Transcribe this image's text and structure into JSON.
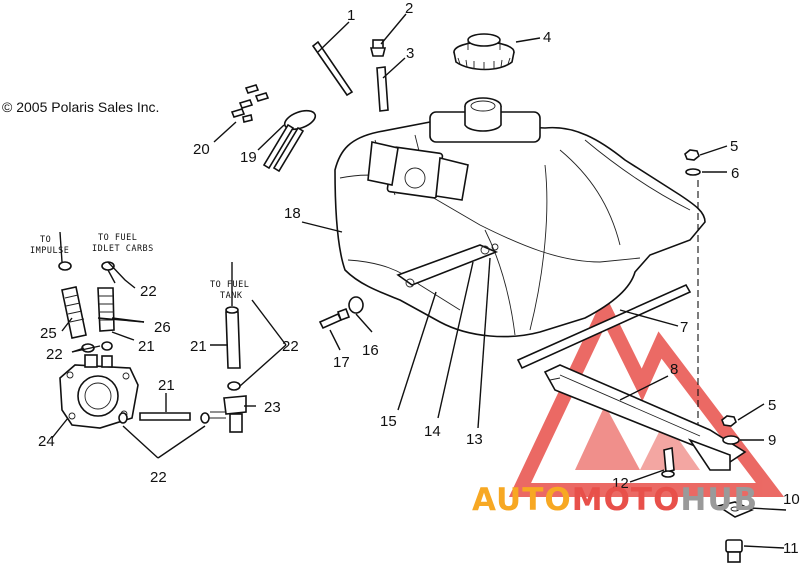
{
  "copyright": "© 2005 Polaris Sales Inc.",
  "notes": {
    "to_impulse_l1": "TO",
    "to_impulse_l2": "IMPULSE",
    "to_fuel_idlet_l1": "TO FUEL",
    "to_fuel_idlet_l2": "IDLET CARBS",
    "to_fuel_tank_l1": "TO FUEL",
    "to_fuel_tank_l2": "TANK"
  },
  "callouts": {
    "n1": "1",
    "n2": "2",
    "n3": "3",
    "n4": "4",
    "n5a": "5",
    "n5b": "5",
    "n6": "6",
    "n7": "7",
    "n8": "8",
    "n9": "9",
    "n10": "10",
    "n11": "11",
    "n12": "12",
    "n13": "13",
    "n14": "14",
    "n15": "15",
    "n16": "16",
    "n17": "17",
    "n18": "18",
    "n19": "19",
    "n20": "20",
    "n21a": "21",
    "n21b": "21",
    "n21c": "21",
    "n22a": "22",
    "n22b": "22",
    "n22c": "22",
    "n22d": "22",
    "n23": "23",
    "n24": "24",
    "n25": "25",
    "n26": "26"
  },
  "watermark": {
    "part1": "AUTO",
    "part2": "MOTO",
    "part3": "HUB",
    "colors": {
      "orange": "#f7a823",
      "red": "#e8504a",
      "grey": "#9a9a9a"
    }
  }
}
